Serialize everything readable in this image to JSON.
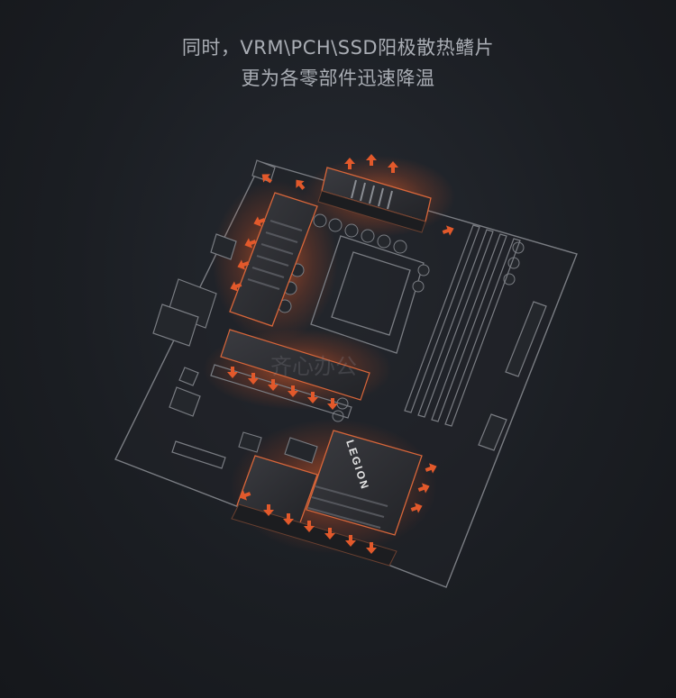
{
  "caption": {
    "line1": "同时，VRM\\PCH\\SSD阳极散热鳍片",
    "line2": "更为各零部件迅速降温"
  },
  "heatsink": {
    "brand": "LEGION"
  },
  "watermark": {
    "text": "齐心办公"
  },
  "colors": {
    "background": "#1b1e23",
    "outline": "#7a7d83",
    "heat_arrow": "#e2592b",
    "heatsink": "#2c2d31",
    "glow": "#ff6a2a"
  },
  "icons": [
    "heat-arrow-icon"
  ]
}
